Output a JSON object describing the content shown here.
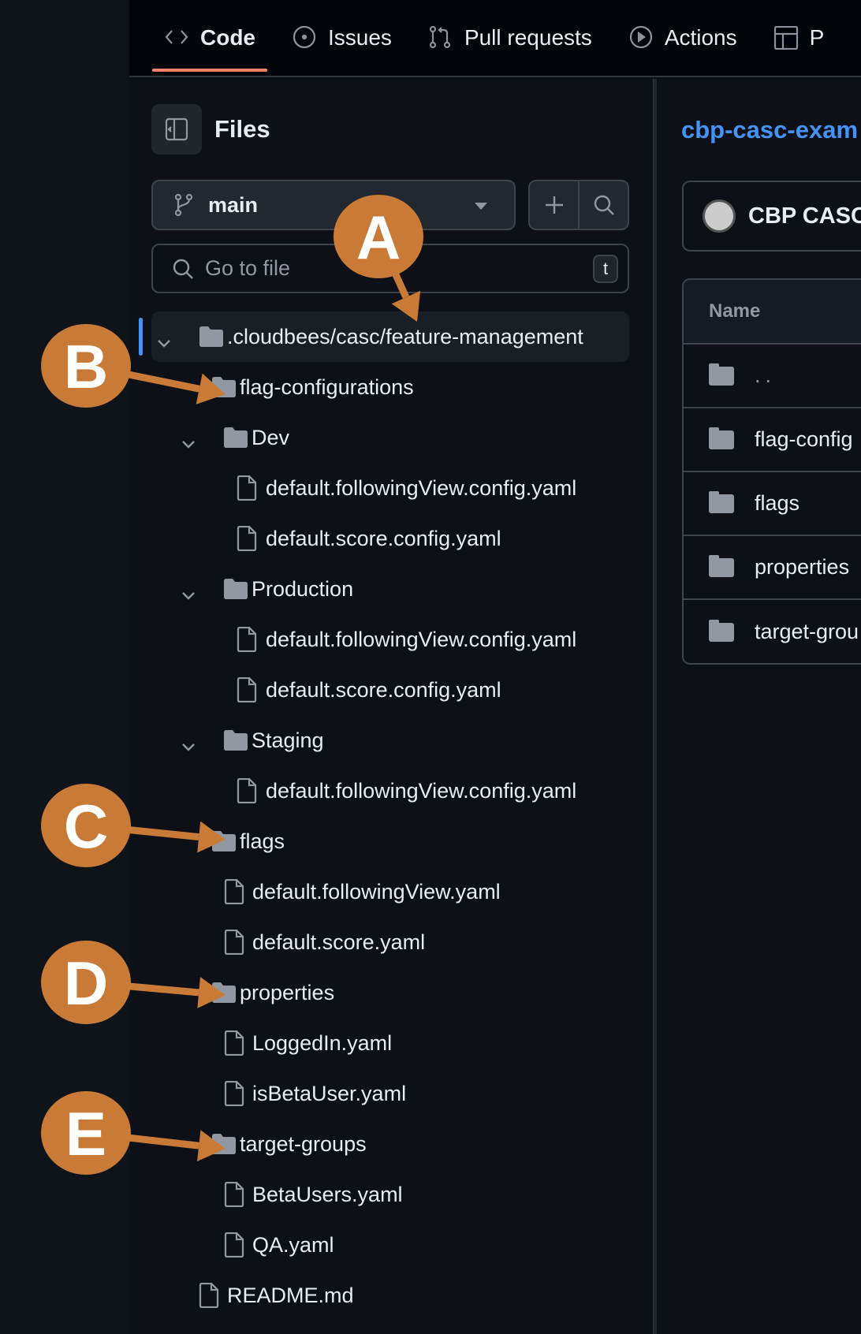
{
  "nav": {
    "tabs": [
      {
        "label": "Code",
        "icon": "code-icon",
        "active": true
      },
      {
        "label": "Issues",
        "icon": "issue-icon"
      },
      {
        "label": "Pull requests",
        "icon": "pull-request-icon"
      },
      {
        "label": "Actions",
        "icon": "play-icon"
      },
      {
        "label": "P",
        "icon": "table-icon"
      }
    ]
  },
  "files": {
    "title": "Files",
    "branch": "main",
    "search_placeholder": "Go to file",
    "shortcut": "t"
  },
  "tree": [
    {
      "label": ".cloudbees/casc/feature-management",
      "type": "folder",
      "level": 0,
      "expanded": true,
      "selected": true
    },
    {
      "label": "flag-configurations",
      "type": "folder",
      "level": 1
    },
    {
      "label": "Dev",
      "type": "folder",
      "level": 2,
      "expanded": true
    },
    {
      "label": "default.followingView.config.yaml",
      "type": "file",
      "level": 3
    },
    {
      "label": "default.score.config.yaml",
      "type": "file",
      "level": 3
    },
    {
      "label": "Production",
      "type": "folder",
      "level": 2,
      "expanded": true
    },
    {
      "label": "default.followingView.config.yaml",
      "type": "file",
      "level": 3
    },
    {
      "label": "default.score.config.yaml",
      "type": "file",
      "level": 3
    },
    {
      "label": "Staging",
      "type": "folder",
      "level": 2,
      "expanded": true
    },
    {
      "label": "default.followingView.config.yaml",
      "type": "file",
      "level": 3
    },
    {
      "label": "flags",
      "type": "folder",
      "level": 1
    },
    {
      "label": "default.followingView.yaml",
      "type": "file",
      "level": 2
    },
    {
      "label": "default.score.yaml",
      "type": "file",
      "level": 2
    },
    {
      "label": "properties",
      "type": "folder",
      "level": 1
    },
    {
      "label": "LoggedIn.yaml",
      "type": "file",
      "level": 2
    },
    {
      "label": "isBetaUser.yaml",
      "type": "file",
      "level": 2
    },
    {
      "label": "target-groups",
      "type": "folder",
      "level": 1
    },
    {
      "label": "BetaUsers.yaml",
      "type": "file",
      "level": 2
    },
    {
      "label": "QA.yaml",
      "type": "file",
      "level": 2
    },
    {
      "label": "README.md",
      "type": "file",
      "level": 0
    }
  ],
  "main": {
    "repo_title": "cbp-casc-exam",
    "card_name": "CBP CASC",
    "table_header": "Name",
    "rows": [
      "..",
      "flag-config",
      "flags",
      "properties",
      "target-grou"
    ]
  },
  "annotations": [
    "A",
    "B",
    "C",
    "D",
    "E"
  ],
  "colors": {
    "accent": "#4493f8",
    "annotation": "#c97a36",
    "tab_underline": "#f78166"
  }
}
